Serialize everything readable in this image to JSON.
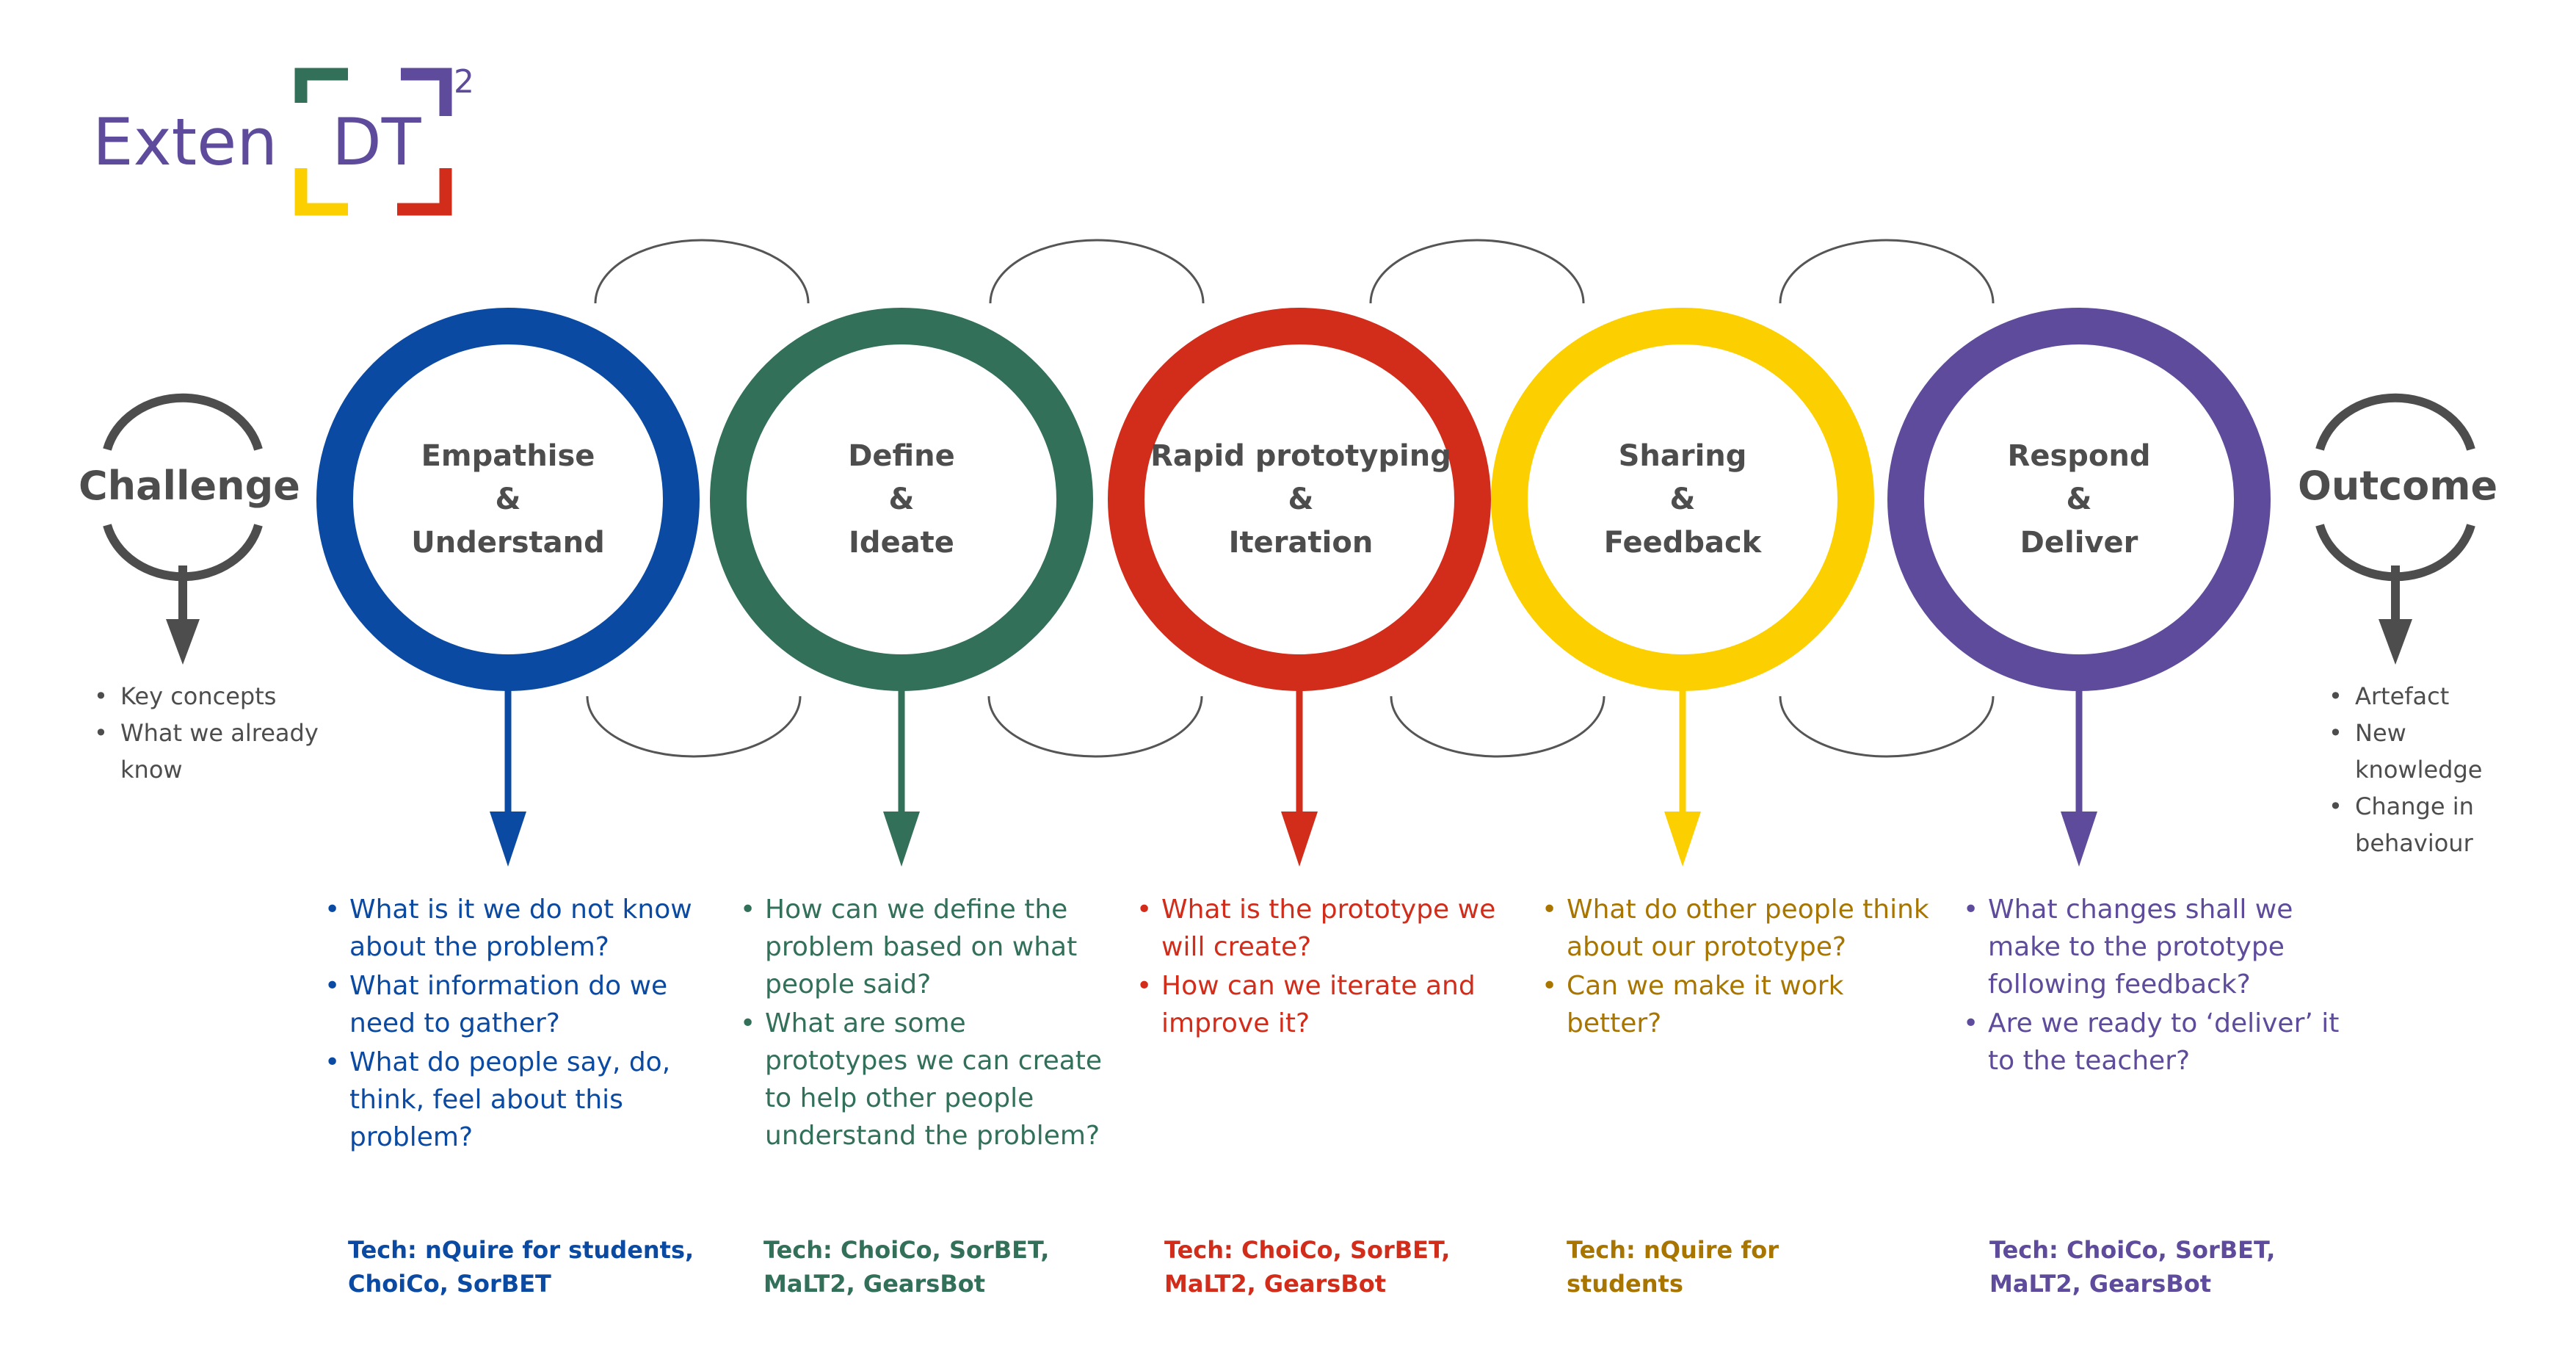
{
  "logo": {
    "text_left": "Exten",
    "text_bracket": "DT",
    "superscript": "2"
  },
  "colors": {
    "blue": "#0b4aa2",
    "green": "#33705a",
    "red": "#d22c1a",
    "yellow": "#fcd000",
    "purple": "#5e4b9b",
    "grey": "#4d4d4d",
    "gold_text": "#a87600"
  },
  "challenge": {
    "title": "Challenge",
    "items": [
      "Key concepts",
      "What we already know"
    ]
  },
  "outcome": {
    "title": "Outcome",
    "items": [
      "Artefact",
      "New knowledge",
      "Change in behaviour"
    ]
  },
  "stages": [
    {
      "line1": "Empathise",
      "line2": "&",
      "line3": "Understand",
      "color": "#0b4aa2",
      "questions": [
        "What is it we do not know about the problem?",
        "What information do we need to gather?",
        "What do people say, do, think, feel about this problem?"
      ],
      "tech": "Tech: nQuire for students, ChoiCo, SorBET"
    },
    {
      "line1": "Define",
      "line2": "&",
      "line3": "Ideate",
      "color": "#33705a",
      "questions": [
        "How can we define the problem based on what people said?",
        "What are some prototypes we can create to help other people understand the problem?"
      ],
      "tech": "Tech: ChoiCo, SorBET, MaLT2, GearsBot"
    },
    {
      "line1": "Rapid prototyping",
      "line2": "&",
      "line3": "Iteration",
      "color": "#d22c1a",
      "questions": [
        "What is the prototype we will create?",
        "How can we iterate and improve it?"
      ],
      "tech": "Tech: ChoiCo, SorBET, MaLT2, GearsBot"
    },
    {
      "line1": "Sharing",
      "line2": "&",
      "line3": "Feedback",
      "color": "#fcd000",
      "questions": [
        "What do other people think about our prototype?",
        "Can we make it work better?"
      ],
      "tech": "Tech: nQuire for students"
    },
    {
      "line1": "Respond",
      "line2": "&",
      "line3": "Deliver",
      "color": "#5e4b9b",
      "questions": [
        "What changes shall we make to the prototype following feedback?",
        "Are we ready to ‘deliver’ it to the teacher?"
      ],
      "tech": "Tech: ChoiCo, SorBET, MaLT2, GearsBot"
    }
  ]
}
